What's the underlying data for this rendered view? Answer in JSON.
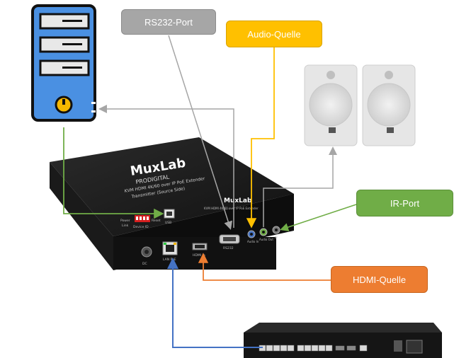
{
  "callouts": {
    "rs232": "RS232-Port",
    "audio": "Audio-Quelle",
    "ir": "IR-Port",
    "hdmi": "HDMI-Quelle"
  },
  "device": {
    "brand": "MuxLab",
    "brand_sub": "PRODIGITAL",
    "top_line1": "KVM HDMI 4K/60 over IP PoE Extender",
    "top_line2": "Transmitter (Source Side)",
    "front_title": "KVM HDMI 4K/60 over IP PoE Extender",
    "port_power": "Power",
    "port_link": "Link",
    "port_device_id": "Device ID",
    "port_reset": "Reset",
    "port_usb": "USB",
    "port_dc": "DC",
    "port_lan": "LAN PoE",
    "port_hdmi": "HDMI In",
    "port_rs232": "RS232",
    "port_audio_in": "Audio In",
    "port_audio_out": "Audio Out",
    "port_ir": "IR"
  },
  "colors": {
    "rs232": "#a6a6a6",
    "audio": "#ffc000",
    "ir": "#70ad47",
    "hdmi": "#ed7d31",
    "lan": "#4472c4",
    "usb": "#70ad47",
    "computer_body": "#4a90e2"
  },
  "icons": {
    "computer": "tower-pc-icon",
    "speakers": "speaker-icon",
    "switch": "network-switch-icon"
  }
}
